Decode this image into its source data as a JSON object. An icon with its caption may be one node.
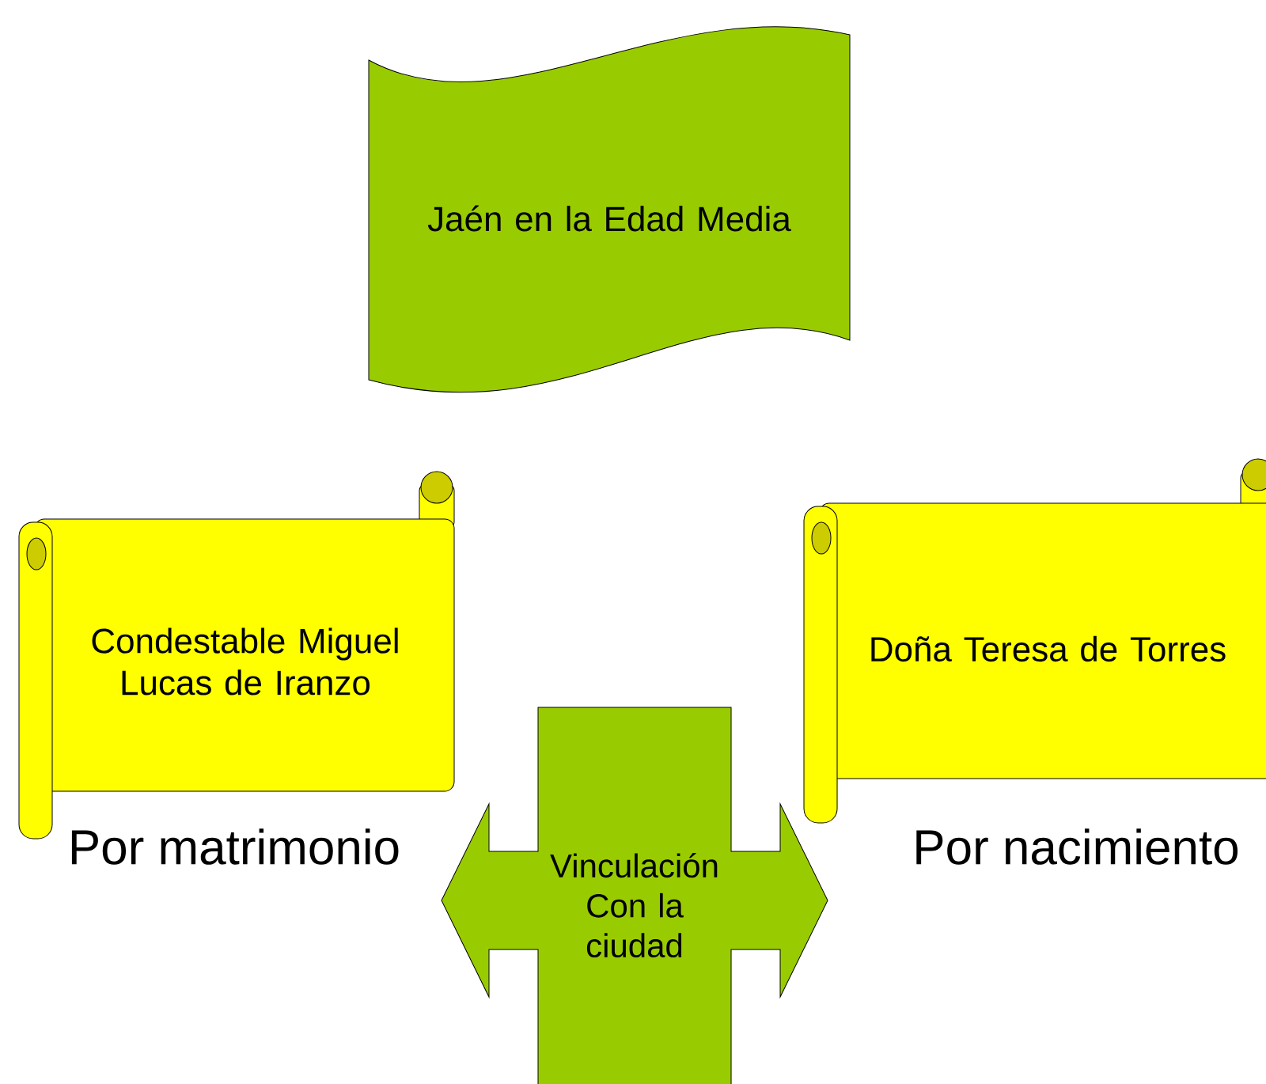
{
  "diagram": {
    "nodes": [
      {
        "text": [
          "Jaén en la Edad Media"
        ]
      },
      {
        "text": [
          "Condestable Miguel Lucas de Iranzo"
        ],
        "beside": [
          "Por matrimonio"
        ]
      },
      {
        "text": [
          "Doña Teresa de Torres"
        ],
        "beside": [
          "Por nacimiento"
        ]
      },
      {
        "text": [
          "Vinculación Con la ciudad"
        ]
      }
    ]
  }
}
